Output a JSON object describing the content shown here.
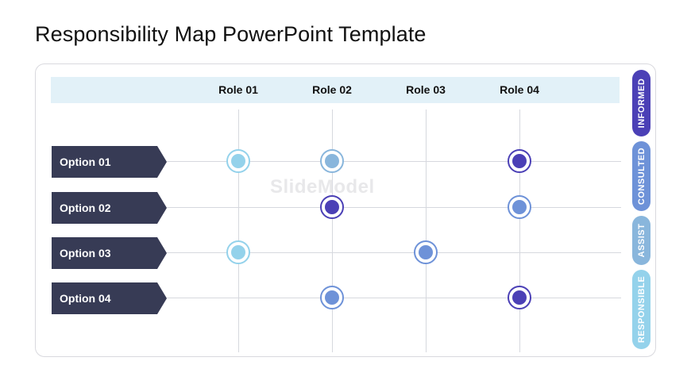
{
  "title": "Responsibility Map PowerPoint Template",
  "roles": [
    "Role 01",
    "Role 02",
    "Role 03",
    "Role 04"
  ],
  "options": [
    "Option 01",
    "Option 02",
    "Option 03",
    "Option 04"
  ],
  "legend": [
    {
      "label": "INFORMED",
      "color": "#4b40b6"
    },
    {
      "label": "CONSULTED",
      "color": "#6e92d8"
    },
    {
      "label": "ASSIST",
      "color": "#89b6dc"
    },
    {
      "label": "RESPONSIBLE",
      "color": "#94d2eb"
    }
  ],
  "matrix": [
    {
      "option": "Option 01",
      "role": "Role 01",
      "level": "RESPONSIBLE"
    },
    {
      "option": "Option 01",
      "role": "Role 02",
      "level": "ASSIST"
    },
    {
      "option": "Option 01",
      "role": "Role 04",
      "level": "INFORMED"
    },
    {
      "option": "Option 02",
      "role": "Role 02",
      "level": "INFORMED"
    },
    {
      "option": "Option 02",
      "role": "Role 04",
      "level": "CONSULTED"
    },
    {
      "option": "Option 03",
      "role": "Role 01",
      "level": "RESPONSIBLE"
    },
    {
      "option": "Option 03",
      "role": "Role 03",
      "level": "CONSULTED"
    },
    {
      "option": "Option 04",
      "role": "Role 02",
      "level": "CONSULTED"
    },
    {
      "option": "Option 04",
      "role": "Role 04",
      "level": "INFORMED"
    }
  ],
  "watermark": "SlideModel"
}
